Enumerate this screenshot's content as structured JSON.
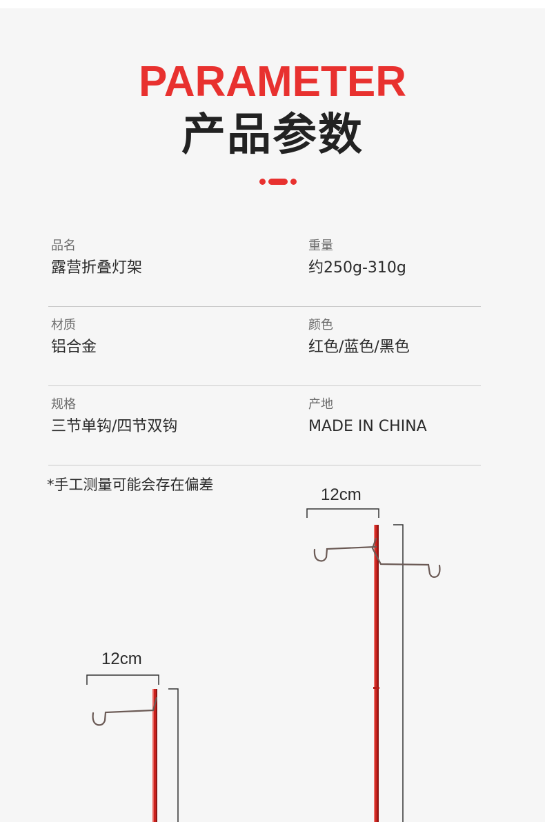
{
  "header": {
    "title_en": "PARAMETER",
    "title_zh": "产品参数"
  },
  "specs": [
    {
      "left": {
        "label": "品名",
        "value": "露营折叠灯架"
      },
      "right": {
        "label": "重量",
        "value": "约250g-310g"
      }
    },
    {
      "left": {
        "label": "材质",
        "value": "铝合金"
      },
      "right": {
        "label": "颜色",
        "value": "红色/蓝色/黑色"
      }
    },
    {
      "left": {
        "label": "规格",
        "value": "三节单钩/四节双钩"
      },
      "right": {
        "label": "产地",
        "value": "MADE IN CHINA"
      }
    }
  ],
  "note": "*手工测量可能会存在偏差",
  "figures": {
    "single_hook": {
      "width_label": "12cm"
    },
    "double_hook": {
      "width_label": "12cm"
    }
  },
  "colors": {
    "accent": "#e8312f",
    "pole": "#c8201c",
    "text": "#2a2a2a"
  }
}
